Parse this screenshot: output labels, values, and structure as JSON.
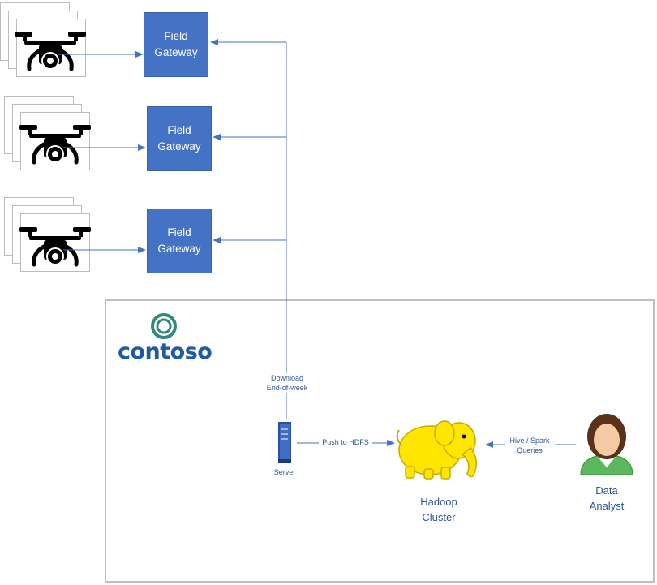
{
  "gateways": [
    {
      "line1": "Field",
      "line2": "Gateway"
    },
    {
      "line1": "Field",
      "line2": "Gateway"
    },
    {
      "line1": "Field",
      "line2": "Gateway"
    }
  ],
  "company": {
    "logo_text": "contoso"
  },
  "connections": {
    "download_line1": "Download",
    "download_line2": "End-of-week",
    "push": "Push to HDFS",
    "queries_line1": "Hive / Spark",
    "queries_line2": "Queries"
  },
  "nodes": {
    "server": "Server",
    "hadoop_line1": "Hadoop",
    "hadoop_line2": "Cluster",
    "analyst_line1": "Data",
    "analyst_line2": "Analyst"
  },
  "icons": {
    "drone": "drone-icon",
    "server": "server-icon",
    "hadoop": "hadoop-elephant-icon",
    "analyst": "user-avatar-icon",
    "logo": "contoso-logo-icon"
  },
  "colors": {
    "gateway_fill": "#4472c4",
    "connector": "#4472c4",
    "label_text": "#2f5597",
    "enclosure_border": "#bfbfbf",
    "logo_green": "#2e8b7a",
    "logo_text": "#1e5aa5",
    "hadoop_yellow": "#ffe600"
  }
}
